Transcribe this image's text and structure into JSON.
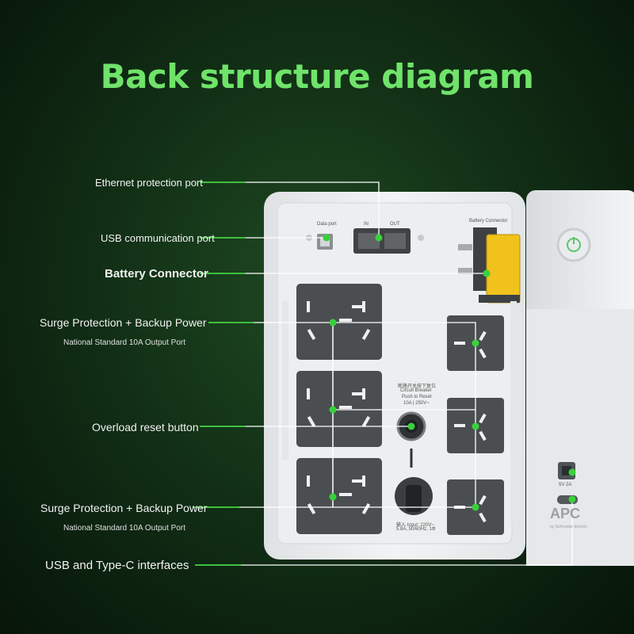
{
  "title": "Back structure diagram",
  "callouts": {
    "ethernet": "Ethernet protection port",
    "usb_comm": "USB communication port",
    "battery": "Battery Connector",
    "surge_top": "Surge Protection + Backup Power",
    "surge_top_sub": "National Standard 10A Output Port",
    "overload": "Overload reset button",
    "surge_bottom": "Surge Protection + Backup Power",
    "surge_bottom_sub": "National Standard 10A Output Port",
    "usb_typec": "USB and Type-C interfaces"
  },
  "device_labels": {
    "data_port": "Data port",
    "in": "IN",
    "out": "OUT",
    "battery_connector": "Battery Connector",
    "breaker_cn": "断路开关按下复位",
    "breaker_1": "Circuit Breaker",
    "breaker_2": "Push to Reset",
    "breaker_3": "10A | 250V~",
    "input_1": "输入 Input: 220V~",
    "input_2": "5.8A, 50/60Hz, 1Φ",
    "brand": "APC",
    "brand_sub": "by Schneider Electric",
    "usb_rating": "5V 2A"
  },
  "colors": {
    "accent": "#6fe36a",
    "dot": "#38d23a",
    "device": "#e9ebec",
    "socket": "#4a4e51"
  }
}
